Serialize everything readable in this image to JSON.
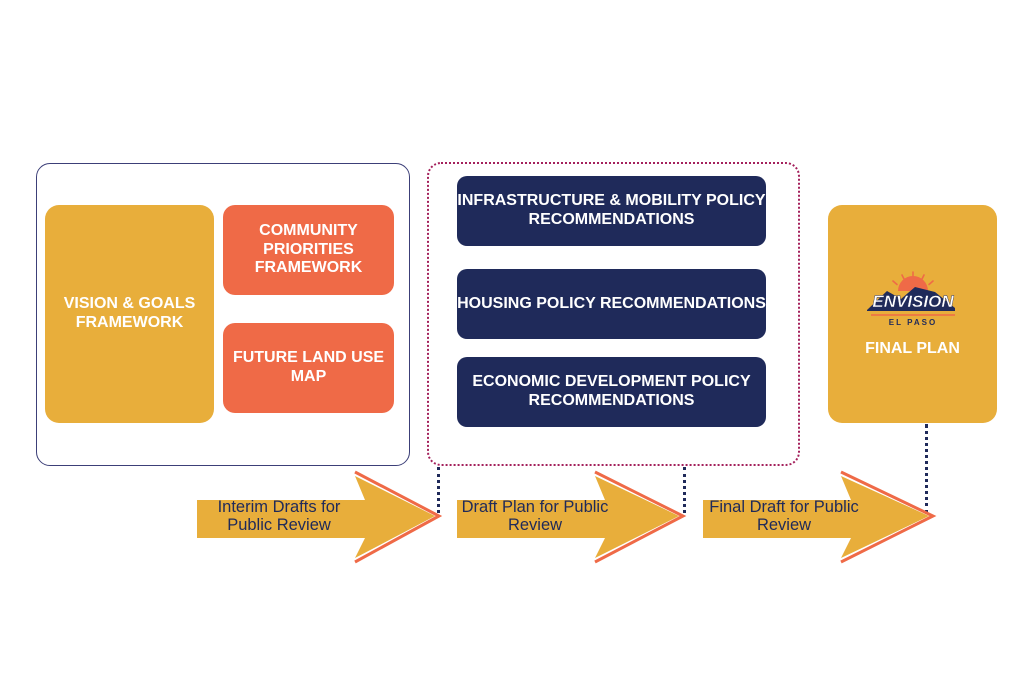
{
  "phase1": {
    "vision_goals": "VISION & GOALS FRAMEWORK",
    "community_priorities": "COMMUNITY PRIORITIES FRAMEWORK",
    "future_land_use": "FUTURE LAND USE MAP"
  },
  "phase2": {
    "infrastructure": "INFRASTRUCTURE & MOBILITY POLICY RECOMMENDATIONS",
    "housing": "HOUSING POLICY RECOMMENDATIONS",
    "economic": "ECONOMIC DEVELOPMENT POLICY RECOMMENDATIONS"
  },
  "final_plan": {
    "logo_text": "ENVISION",
    "logo_subtext": "EL PASO",
    "label": "FINAL PLAN"
  },
  "milestones": [
    {
      "label": "Interim Drafts for Public Review"
    },
    {
      "label": "Draft Plan for Public Review"
    },
    {
      "label": "Final Draft for Public Review"
    }
  ],
  "colors": {
    "gold": "#e8ae3b",
    "coral": "#ef6a47",
    "navy": "#1f2a5a",
    "magenta": "#a4215c"
  }
}
